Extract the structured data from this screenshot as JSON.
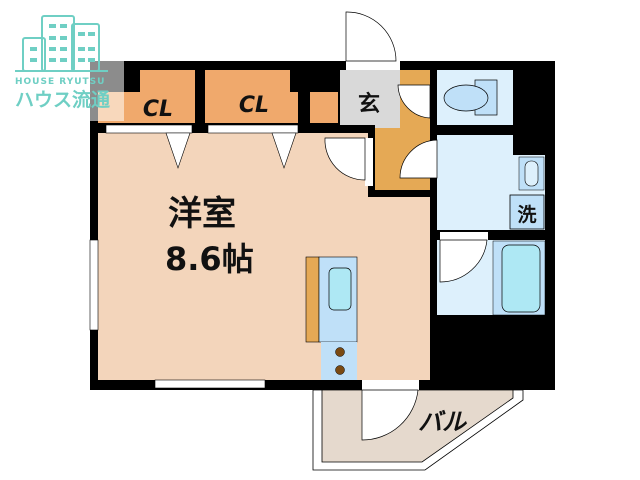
{
  "logo": {
    "brand_en": "HOUSE RYUTSU",
    "brand_ja": "ハウス流通",
    "color": "#6fcfc4"
  },
  "rooms": {
    "closet_1": "CL",
    "closet_2": "CL",
    "entrance": "玄",
    "western_room_name": "洋室",
    "western_room_size": "8.6帖",
    "washer": "洗",
    "balcony": "バル"
  },
  "colors": {
    "wall": "#000000",
    "room": "#f3d5bb",
    "closet": "#f0a96c",
    "hallway": "#e5a955",
    "entrance": "#d9d9d9",
    "wet_area": "#ddf0fc",
    "fixture": "#bfe0f8",
    "balcony": "#e5d9cd"
  }
}
